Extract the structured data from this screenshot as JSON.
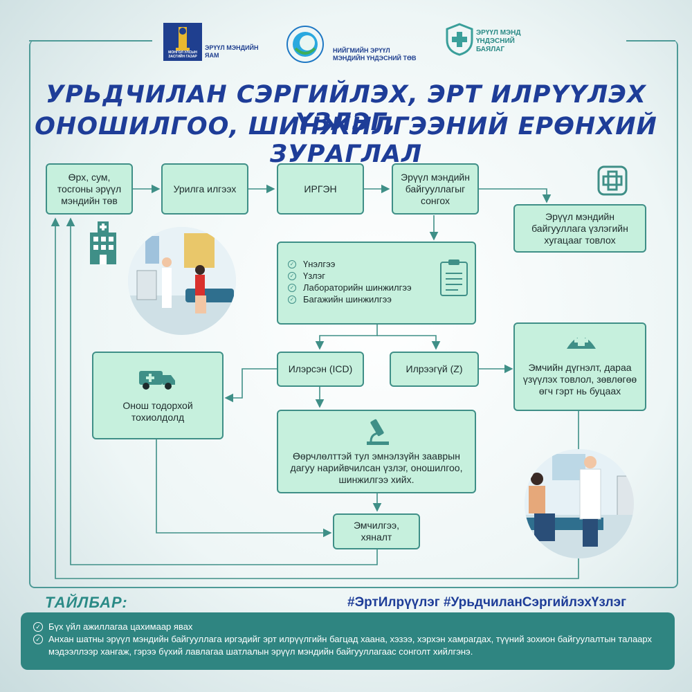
{
  "logos": {
    "ministry_emblem": "МОНГОЛ УЛСЫН ЗАСГИЙН ГАЗАР",
    "ministry_name": "ЭРҮҮЛ МЭНДИЙН ЯАМ",
    "center_name": "НИЙГМИЙН ЭРҮҮЛ МЭНДИЙН ҮНДЭСНИЙ ТӨВ",
    "wealth_name": "ЭРҮҮЛ МЭНД ҮНДЭСНИЙ БАЯЛАГ"
  },
  "title": {
    "line1": "УРЬДЧИЛАН СЭРГИЙЛЭХ, ЭРТ ИЛРҮҮЛЭХ ҮЗЛЭГ,",
    "line2": "ОНОШИЛГОО, ШИНЖИЛГЭЭНИЙ ЕРӨНХИЙ ЗУРАГЛАЛ"
  },
  "nodes": {
    "health_center": "Өрх, сум, тосгоны эрүүл мэндийн төв",
    "invitation": "Урилга илгээх",
    "citizen": "ИРГЭН",
    "choose_org": "Эрүүл мэндийн байгууллагыг сонгох",
    "schedule": "Эрүүл мэндийн байгууллага үзлэгийн хугацааг товлох",
    "diagnosed_case": "Онош тодорхой тохиолдолд",
    "detected": "Илэрсэн (ICD)",
    "not_detected": "Илрээгүй (Z)",
    "doctor_assessment": "Эмчийн дүгнэлт, дараа үзүүлэх товлол, зөвлөгөө өгч гэрт нь буцаах",
    "detailed_exam": "Өөрчлөлттэй тул эмнэлзүйн зааврын дагуу нарийвчилсан үзлэг, оношилгоо, шинжилгээ хийх.",
    "treatment": "Эмчилгээ, хяналт"
  },
  "checklist": [
    "Үнэлгээ",
    "Үзлэг",
    "Лабораторийн шинжилгээ",
    "Багажийн шинжилгээ"
  ],
  "legend": {
    "heading": "ТАЙЛБАР:",
    "hashtags": "#ЭртИлрүүлэг #УрьдчиланСэргийлэхҮзлэг",
    "items": [
      "Бүх үйл ажиллагаа цахимаар явах",
      "Анхан шатны эрүүл мэндийн байгууллага иргэдийг эрт илрүүлгийн багцад хаана, хэзээ, хэрхэн хамрагдах, түүний зохион байгуулалтын талаарх мэдээллээр хангаж, гэрээ бүхий лавлагаа шатлалын эрүүл мэндийн байгууллагаас сонголт хийлгэнэ."
    ]
  },
  "colors": {
    "node_fill": "#c6f0dd",
    "node_border": "#3f8f87",
    "title": "#1e3d98",
    "accent": "#2f8581"
  }
}
